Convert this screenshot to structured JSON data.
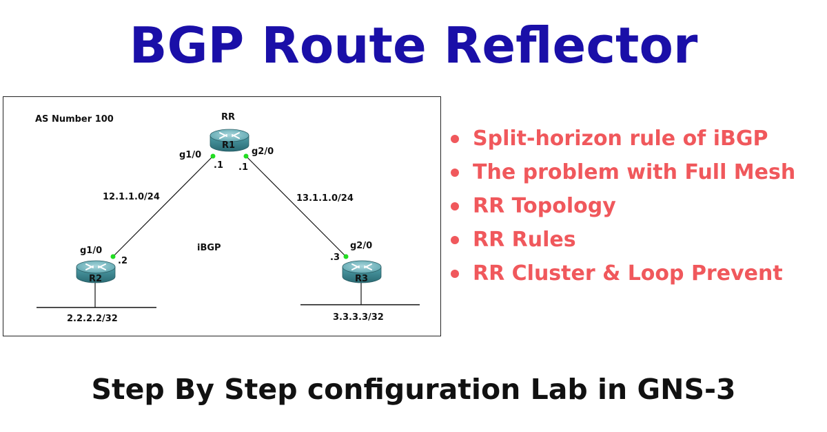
{
  "title": "BGP Route Reflector",
  "subtitle": "Step By Step configuration Lab in GNS-3",
  "diagram": {
    "as_label": "AS Number 100",
    "rr_label": "RR",
    "ibgp_label": "iBGP",
    "routers": {
      "r1": {
        "name": "R1"
      },
      "r2": {
        "name": "R2"
      },
      "r3": {
        "name": "R3"
      }
    },
    "links": {
      "r1_r2": {
        "subnet": "12.1.1.0/24",
        "r1_iface": "g1/0",
        "r1_ip": ".1",
        "r2_iface": "g1/0",
        "r2_ip": ".2"
      },
      "r1_r3": {
        "subnet": "13.1.1.0/24",
        "r1_iface": "g2/0",
        "r1_ip": ".1",
        "r3_iface": "g2/0",
        "r3_ip": ".3"
      }
    },
    "loopbacks": {
      "r2": "2.2.2.2/32",
      "r3": "3.3.3.3/32"
    }
  },
  "bullets": [
    "Split-horizon rule of iBGP",
    "The problem with Full Mesh",
    "RR Topology",
    "RR Rules",
    "RR Cluster & Loop Prevent"
  ],
  "colors": {
    "title": "#1a0fa8",
    "bullets": "#f0585c",
    "router_body": "#3b8a94",
    "port_dot": "#22dd22"
  }
}
